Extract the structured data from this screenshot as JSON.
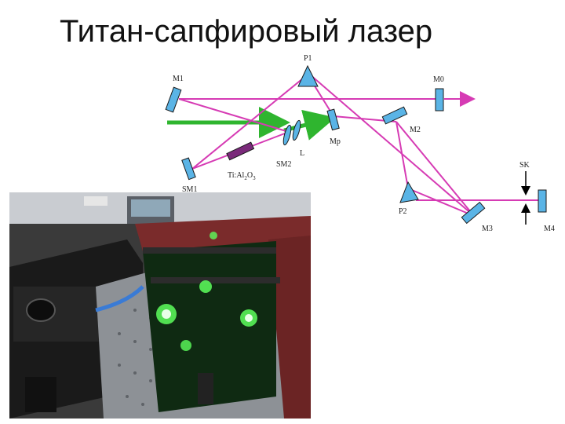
{
  "slide": {
    "title": "Титан-сапфировый лазер"
  },
  "diagram": {
    "labels": {
      "p1": "P1",
      "m1": "M1",
      "m0": "M0",
      "m2": "M2",
      "mp": "Mp",
      "l": "L",
      "sm2": "SM2",
      "sm1": "SM1",
      "crystal_prefix": "Ti:Al",
      "crystal_sub1": "2",
      "crystal_mid": "O",
      "crystal_sub2": "3",
      "sk": "SK",
      "p2": "P2",
      "m3": "M3",
      "m4": "M4"
    },
    "colors": {
      "laser_beam": "#d63bb4",
      "pump_beam": "#2fb52f",
      "optic_fill": "#5ab4e6",
      "crystal_fill": "#7a2a7a"
    }
  },
  "photo": {
    "description_icon": "laser-lab-photo"
  }
}
